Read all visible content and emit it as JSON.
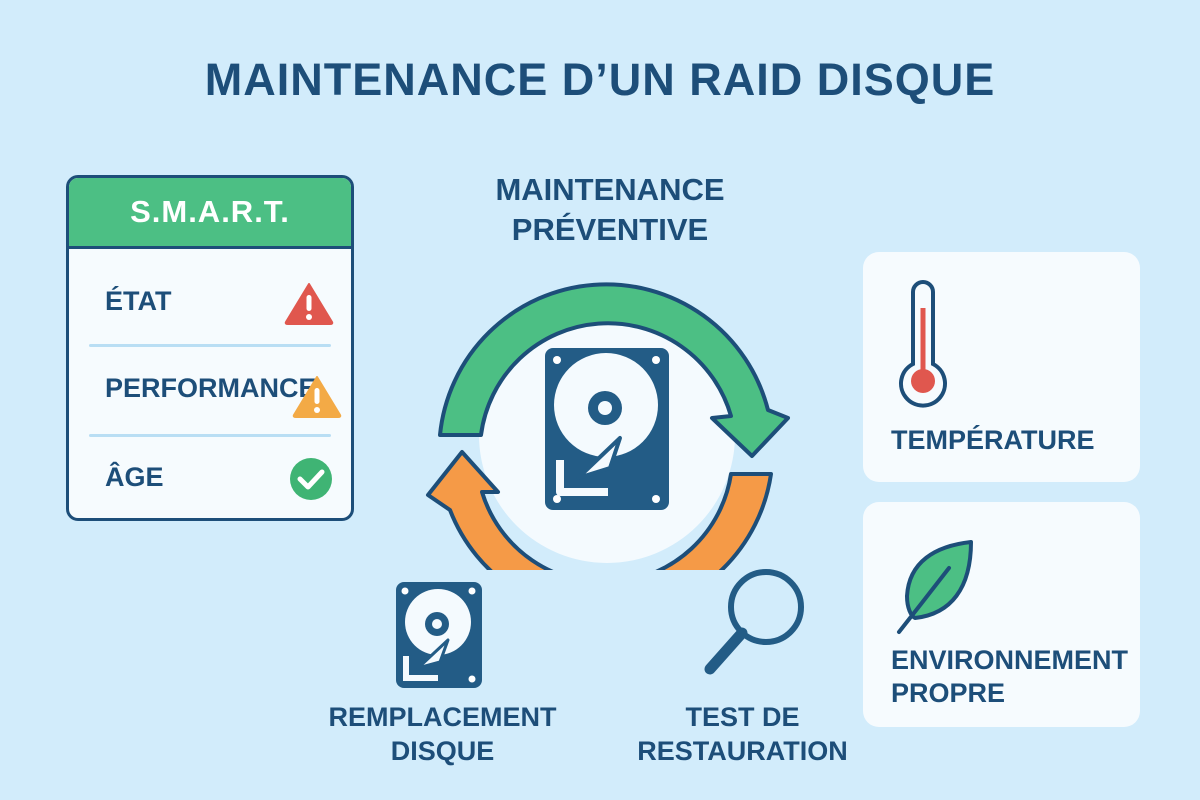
{
  "title": "MAINTENANCE D’UN RAID DISQUE",
  "smart_panel": {
    "header": "S.M.A.R.T.",
    "rows": [
      {
        "label": "ÉTAT",
        "status_icon": "warning-triangle-icon",
        "color": "#e0574e"
      },
      {
        "label": "PERFORMANCE",
        "status_icon": "warning-triangle-icon",
        "color": "#f3aa46"
      },
      {
        "label": "ÂGE",
        "status_icon": "check-circle-icon",
        "color": "#3fb474"
      }
    ]
  },
  "cycle": {
    "label_line1": "MAINTENANCE",
    "label_line2": "PRÉVENTIVE",
    "center_icon": "hard-drive-icon",
    "arrow_colors": {
      "top": "#4cbf84",
      "bottom": "#f59a47"
    }
  },
  "bottom_items": [
    {
      "icon": "hard-drive-icon",
      "line1": "REMPLACEMENT",
      "line2": "DISQUE"
    },
    {
      "icon": "magnifier-icon",
      "line1": "TEST DE",
      "line2": "RESTAURATION"
    }
  ],
  "side_cards": [
    {
      "icon": "thermometer-icon",
      "line1": "TEMPÉRATURE",
      "line2": ""
    },
    {
      "icon": "leaf-icon",
      "line1": "ENVIRONNEMENT",
      "line2": "PROPRE"
    }
  ],
  "colors": {
    "background": "#d2ecfb",
    "primary": "#1d4e79",
    "green": "#4cbf84",
    "orange": "#f59a47",
    "red": "#e0574e",
    "card": "#f6fbfe"
  }
}
